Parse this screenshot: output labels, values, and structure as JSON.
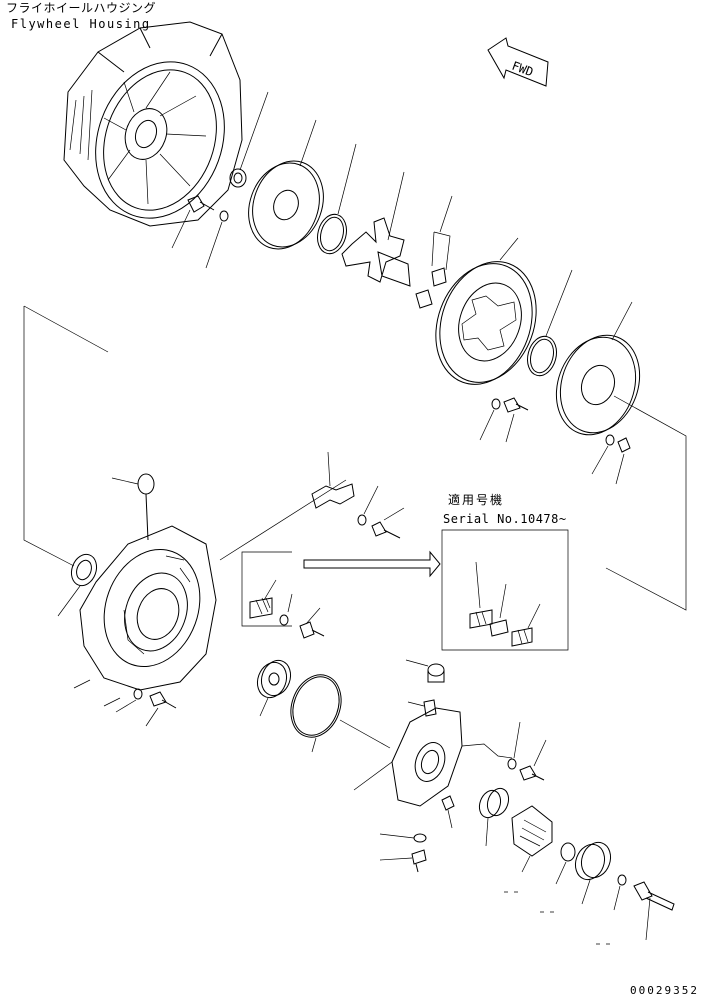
{
  "figure": {
    "title_japanese": "フライホイールハウジング",
    "title_english": "Flywheel Housing",
    "direction_label": "FWD",
    "serial_note_japanese": "適用号機",
    "serial_note_english": "Serial No.10478~",
    "figure_number": "00029352"
  }
}
